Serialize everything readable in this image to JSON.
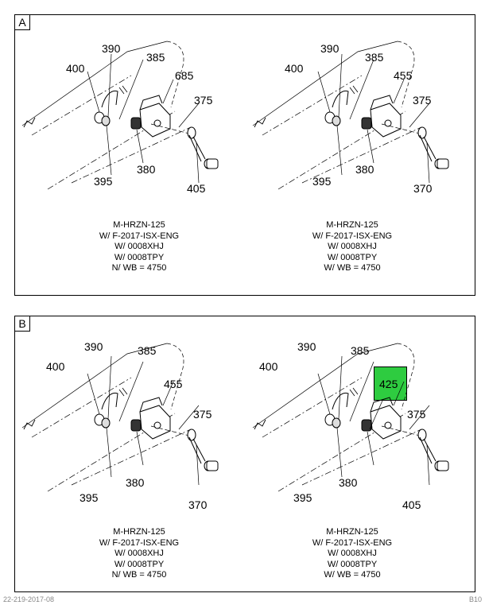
{
  "panels": [
    {
      "letter": "A",
      "views": [
        {
          "callouts": {
            "c1": "400",
            "c2": "390",
            "c3": "385",
            "c4": "685",
            "c5": "375",
            "c6": "395",
            "c7": "380",
            "c8": "405"
          },
          "caption": [
            "M-HRZN-125",
            "W/ F-2017-ISX-ENG",
            "W/ 0008XHJ",
            "W/ 0008TPY",
            "N/ WB = 4750"
          ]
        },
        {
          "callouts": {
            "c1": "400",
            "c2": "390",
            "c3": "385",
            "c4": "455",
            "c5": "375",
            "c6": "395",
            "c7": "380",
            "c8": "370"
          },
          "caption": [
            "M-HRZN-125",
            "W/ F-2017-ISX-ENG",
            "W/ 0008XHJ",
            "W/ 0008TPY",
            "W/ WB = 4750"
          ]
        }
      ]
    },
    {
      "letter": "B",
      "views": [
        {
          "callouts": {
            "c1": "400",
            "c2": "390",
            "c3": "385",
            "c4": "455",
            "c5": "375",
            "c6": "395",
            "c7": "380",
            "c8": "370"
          },
          "caption": [
            "M-HRZN-125",
            "W/ F-2017-ISX-ENG",
            "W/ 0008XHJ",
            "W/ 0008TPY",
            "N/ WB = 4750"
          ]
        },
        {
          "callouts": {
            "c1": "400",
            "c2": "390",
            "c3": "385",
            "c4": "425",
            "c5": "375",
            "c6": "395",
            "c7": "380",
            "c8": "405"
          },
          "caption": [
            "M-HRZN-125",
            "W/ F-2017-ISX-ENG",
            "W/ 0008XHJ",
            "W/ 0008TPY",
            "W/ WB = 4750"
          ]
        }
      ]
    }
  ],
  "highlight_color": "#2ecc40",
  "footer": {
    "left": "22-219-2017-08",
    "right": "B10"
  }
}
